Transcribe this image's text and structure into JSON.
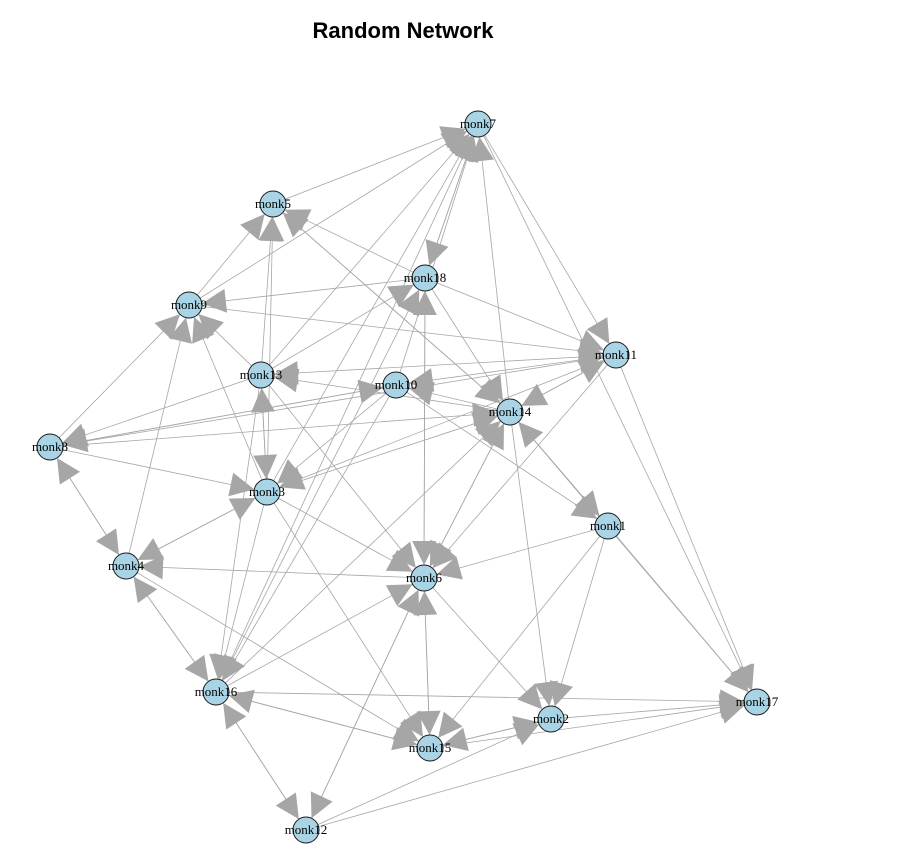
{
  "title": "Random Network",
  "colors": {
    "node_fill": "#a8d4e6",
    "node_stroke": "#1a1a1a",
    "edge": "#a6a6a6",
    "arrow": "#a6a6a6"
  },
  "nodes": [
    {
      "id": "monk1",
      "label": "monk1"
    },
    {
      "id": "monk2",
      "label": "monk2"
    },
    {
      "id": "monk3",
      "label": "monk3"
    },
    {
      "id": "monk4",
      "label": "monk4"
    },
    {
      "id": "monk5",
      "label": "monk5"
    },
    {
      "id": "monk6",
      "label": "monk6"
    },
    {
      "id": "monk7",
      "label": "monk7"
    },
    {
      "id": "monk8",
      "label": "monk8"
    },
    {
      "id": "monk9",
      "label": "monk9"
    },
    {
      "id": "monk10",
      "label": "monk10"
    },
    {
      "id": "monk11",
      "label": "monk11"
    },
    {
      "id": "monk12",
      "label": "monk12"
    },
    {
      "id": "monk13",
      "label": "monk13"
    },
    {
      "id": "monk14",
      "label": "monk14"
    },
    {
      "id": "monk15",
      "label": "monk15"
    },
    {
      "id": "monk16",
      "label": "monk16"
    },
    {
      "id": "monk17",
      "label": "monk17"
    },
    {
      "id": "monk18",
      "label": "monk18"
    }
  ],
  "edges": [
    [
      "monk5",
      "monk7"
    ],
    [
      "monk9",
      "monk5"
    ],
    [
      "monk13",
      "monk5"
    ],
    [
      "monk3",
      "monk5"
    ],
    [
      "monk18",
      "monk5"
    ],
    [
      "monk14",
      "monk5"
    ],
    [
      "monk5",
      "monk14"
    ],
    [
      "monk18",
      "monk9"
    ],
    [
      "monk9",
      "monk11"
    ],
    [
      "monk13",
      "monk9"
    ],
    [
      "monk3",
      "monk9"
    ],
    [
      "monk4",
      "monk9"
    ],
    [
      "monk9",
      "monk7"
    ],
    [
      "monk8",
      "monk9"
    ],
    [
      "monk10",
      "monk7"
    ],
    [
      "monk13",
      "monk7"
    ],
    [
      "monk3",
      "monk7"
    ],
    [
      "monk16",
      "monk7"
    ],
    [
      "monk18",
      "monk7"
    ],
    [
      "monk14",
      "monk7"
    ],
    [
      "monk7",
      "monk11"
    ],
    [
      "monk7",
      "monk17"
    ],
    [
      "monk7",
      "monk18"
    ],
    [
      "monk18",
      "monk11"
    ],
    [
      "monk18",
      "monk14"
    ],
    [
      "monk18",
      "monk6"
    ],
    [
      "monk13",
      "monk18"
    ],
    [
      "monk6",
      "monk18"
    ],
    [
      "monk16",
      "monk18"
    ],
    [
      "monk13",
      "monk3"
    ],
    [
      "monk3",
      "monk13"
    ],
    [
      "monk13",
      "monk8"
    ],
    [
      "monk13",
      "monk16"
    ],
    [
      "monk13",
      "monk6"
    ],
    [
      "monk11",
      "monk13"
    ],
    [
      "monk14",
      "monk13"
    ],
    [
      "monk8",
      "monk14"
    ],
    [
      "monk8",
      "monk10"
    ],
    [
      "monk8",
      "monk11"
    ],
    [
      "monk8",
      "monk3"
    ],
    [
      "monk8",
      "monk4"
    ],
    [
      "monk4",
      "monk8"
    ],
    [
      "monk10",
      "monk8"
    ],
    [
      "monk11",
      "monk10"
    ],
    [
      "monk14",
      "monk10"
    ],
    [
      "monk10",
      "monk3"
    ],
    [
      "monk10",
      "monk16"
    ],
    [
      "monk10",
      "monk1"
    ],
    [
      "monk11",
      "monk17"
    ],
    [
      "monk11",
      "monk14"
    ],
    [
      "monk11",
      "monk3"
    ],
    [
      "monk11",
      "monk6"
    ],
    [
      "monk14",
      "monk11"
    ],
    [
      "monk14",
      "monk1"
    ],
    [
      "monk1",
      "monk14"
    ],
    [
      "monk14",
      "monk6"
    ],
    [
      "monk6",
      "monk14"
    ],
    [
      "monk14",
      "monk2"
    ],
    [
      "monk16",
      "monk14"
    ],
    [
      "monk14",
      "monk17"
    ],
    [
      "monk3",
      "monk14"
    ],
    [
      "monk3",
      "monk6"
    ],
    [
      "monk3",
      "monk4"
    ],
    [
      "monk4",
      "monk3"
    ],
    [
      "monk3",
      "monk15"
    ],
    [
      "monk3",
      "monk16"
    ],
    [
      "monk1",
      "monk6"
    ],
    [
      "monk1",
      "monk2"
    ],
    [
      "monk1",
      "monk17"
    ],
    [
      "monk1",
      "monk15"
    ],
    [
      "monk6",
      "monk4"
    ],
    [
      "monk6",
      "monk15"
    ],
    [
      "monk15",
      "monk6"
    ],
    [
      "monk6",
      "monk12"
    ],
    [
      "monk6",
      "monk2"
    ],
    [
      "monk16",
      "monk6"
    ],
    [
      "monk12",
      "monk6"
    ],
    [
      "monk16",
      "monk4"
    ],
    [
      "monk4",
      "monk16"
    ],
    [
      "monk4",
      "monk15"
    ],
    [
      "monk16",
      "monk15"
    ],
    [
      "monk15",
      "monk16"
    ],
    [
      "monk16",
      "monk12"
    ],
    [
      "monk12",
      "monk16"
    ],
    [
      "monk15",
      "monk2"
    ],
    [
      "monk2",
      "monk15"
    ],
    [
      "monk2",
      "monk17"
    ],
    [
      "monk16",
      "monk17"
    ],
    [
      "monk12",
      "monk17"
    ],
    [
      "monk12",
      "monk2"
    ],
    [
      "monk15",
      "monk17"
    ]
  ]
}
